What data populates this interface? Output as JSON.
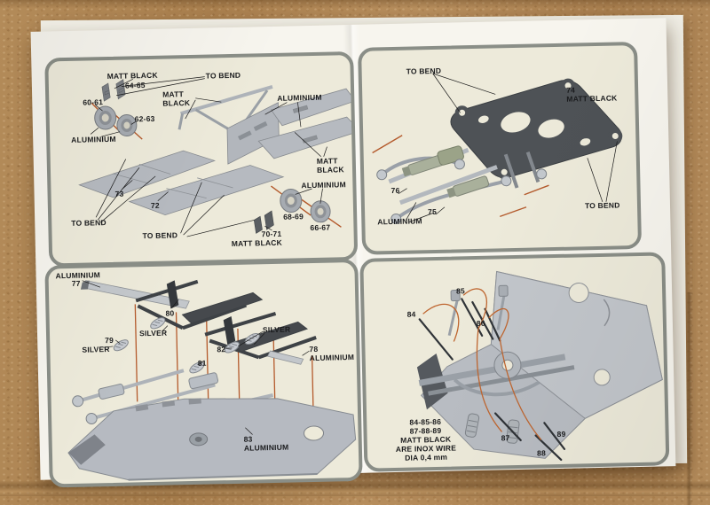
{
  "colors": {
    "cardboard": "#ae8555",
    "paper": "#f7f5ee",
    "panel_background": "#edeada",
    "panel_border": "#8a8e87",
    "label_text": "#1b1c1e",
    "aluminium_part": "#b7bbc1",
    "matt_black_part": "#46494d",
    "leader_line": "#1a1a1a",
    "accent_line": "#b45a2c"
  },
  "panels": {
    "top_left": {
      "matt_black_top": "MATT BLACK",
      "part_64_65": "64-65",
      "to_bend_top": "TO BEND",
      "part_60_61": "60-61",
      "matt_black_mid": "MATT\nBLACK",
      "part_62_63": "62-63",
      "aluminium_left": "ALUMINIUM",
      "aluminium_top_right": "ALUMINIUM",
      "matt_black_right": "MATT\nBLACK",
      "aluminium_bottom_right": "ALUMINIUM",
      "part_73": "73",
      "part_72": "72",
      "to_bend_left": "TO BEND",
      "to_bend_mid": "TO BEND",
      "part_68_69": "68-69",
      "part_66_67": "66-67",
      "part_70_71": "70-71",
      "matt_black_bottom": "MATT BLACK"
    },
    "top_right": {
      "to_bend_top": "TO BEND",
      "part_74": "74\nMATT BLACK",
      "part_76": "76",
      "part_75": "75",
      "aluminium": "ALUMINIUM",
      "to_bend_bottom": "TO BEND"
    },
    "bottom_left": {
      "aluminium_77": "ALUMINIUM",
      "part_77": "77",
      "part_80": "80",
      "silver_mid": "SILVER",
      "part_79": "79",
      "silver_left": "SILVER",
      "part_82": "82",
      "part_81": "81",
      "silver_right": "SILVER",
      "part_78": "78\nALUMINIUM",
      "part_83": "83\nALUMINIUM"
    },
    "bottom_right": {
      "part_85": "85",
      "part_84": "84",
      "part_86": "86",
      "note": "84-85-86\n87-88-89\nMATT BLACK\nARE INOX WIRE\nDIA 0,4 mm",
      "part_87": "87",
      "part_89": "89",
      "part_88": "88"
    }
  }
}
